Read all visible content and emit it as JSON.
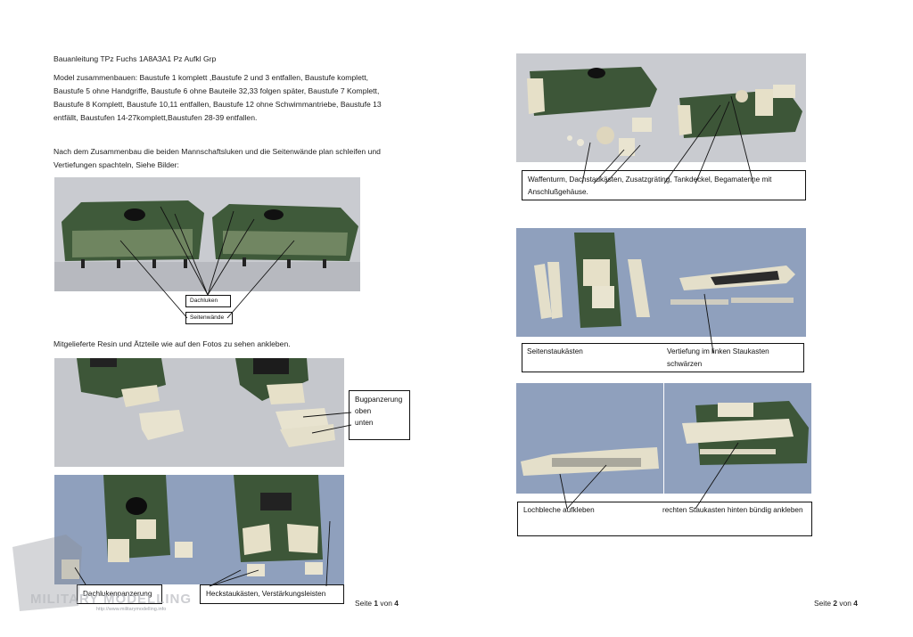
{
  "page1": {
    "title": "Bauanleitung TPz Fuchs 1A8A3A1 Pz Aufkl Grp",
    "intro": "Model  zusammenbauen:  Baustufe 1 komplett ,Baustufe 2 und 3 entfallen, Baustufe komplett, Baustufe 5 ohne Handgriffe, Baustufe 6 ohne Bauteile 32,33 folgen später, Baustufe 7 Komplett, Baustufe 8 Komplett, Baustufe 10,11 entfallen, Baustufe 12 ohne Schwimmantriebe, Baustufe 13 entfällt, Baustufen 14-27komplett,Baustufen 28-39 entfallen.",
    "sanding_note": "Nach dem Zusammenbau die beiden Mannschaftsluken und die Seitenwände plan schleifen und Vertiefungen spachteln, Siehe Bilder:",
    "label_dachluken": "Dachluken",
    "label_seitenwaende": "Seitenwände",
    "resin_note": "Mitgelieferte Resin und Ätzteile wie auf den Fotos zu sehen ankleben.",
    "label_bug_title": "Bugpanzerung",
    "label_bug_oben": "oben",
    "label_bug_unten": "unten",
    "label_dachlukenpanzerung": "Dachlukenpanzerung",
    "label_heck": "Heckstaukästen,  Verstärkungsleisten",
    "page_prefix": "Seite ",
    "page_num": "1",
    "page_mid": " von ",
    "page_total": "4"
  },
  "page2": {
    "label_top": "Waffenturm, Dachstaukästen, Zusatzgräting, Tankdeckel, Begamatenne mit Anschlußgehäuse.",
    "label_seitenstau": "Seitenstaukästen",
    "label_vertiefung": "Vertiefung im linken Staukasten schwärzen",
    "label_lochbleche": "Lochbleche aufkleben",
    "label_rechten": "rechten Staukasten hinten bündig ankleben",
    "page_prefix": "Seite ",
    "page_num": "2",
    "page_mid": " von ",
    "page_total": "4"
  },
  "watermark": {
    "text": "MILITARY MODELLING",
    "url": "http://www.militarymodelling.info"
  },
  "colors": {
    "hull_green": "#3f5a3a",
    "resin": "#e8e3cf",
    "backdrop_gray": "#c9cbd0",
    "backdrop_blue": "#8fa0bd"
  }
}
